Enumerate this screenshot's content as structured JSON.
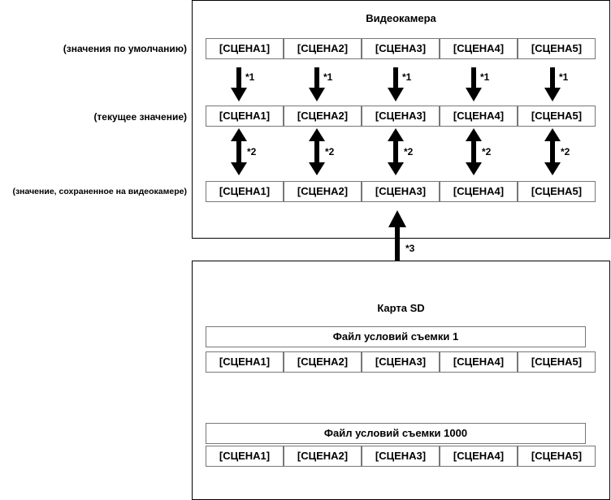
{
  "camera": {
    "title": "Видеокамера"
  },
  "row_labels": {
    "defaults": "(значения по умолчанию)",
    "current": "(текущее значение)",
    "saved": "(значение, сохраненное на видеокамере)"
  },
  "scenes": [
    "[СЦЕНА1]",
    "[СЦЕНА2]",
    "[СЦЕНА3]",
    "[СЦЕНА4]",
    "[СЦЕНА5]"
  ],
  "notes": {
    "n1": "*1",
    "n2": "*2",
    "n3": "*3"
  },
  "sd_card": {
    "title": "Карта SD",
    "file_first": "Файл условий съемки 1",
    "file_last": "Файл условий съемки 1000"
  }
}
